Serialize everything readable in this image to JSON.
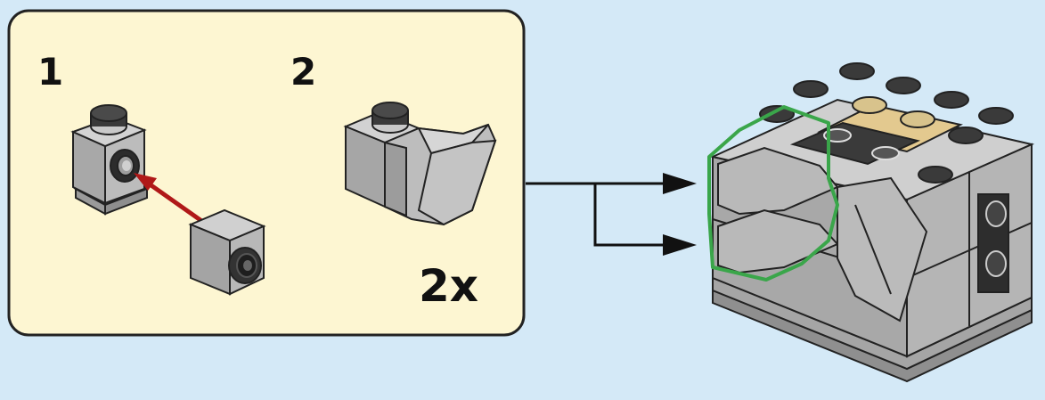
{
  "steps": [
    {
      "number": "1"
    },
    {
      "number": "2"
    }
  ],
  "quantity": "2x",
  "colors": {
    "background": "#d4e9f7",
    "callout_fill": "#fdf6d2",
    "callout_border": "#222222",
    "brick_gray": "#a9a9a9",
    "brick_light": "#c8c8c8",
    "brick_dark": "#3a3a3a",
    "tan": "#e3c98f",
    "attach_arrow": "#b01818",
    "highlight_green": "#3aa64a"
  },
  "icons": [
    "bracket-brick-icon",
    "round-stud-brick-icon",
    "curved-slope-brick-icon",
    "assembly-model-icon",
    "pointer-arrow-icon"
  ]
}
